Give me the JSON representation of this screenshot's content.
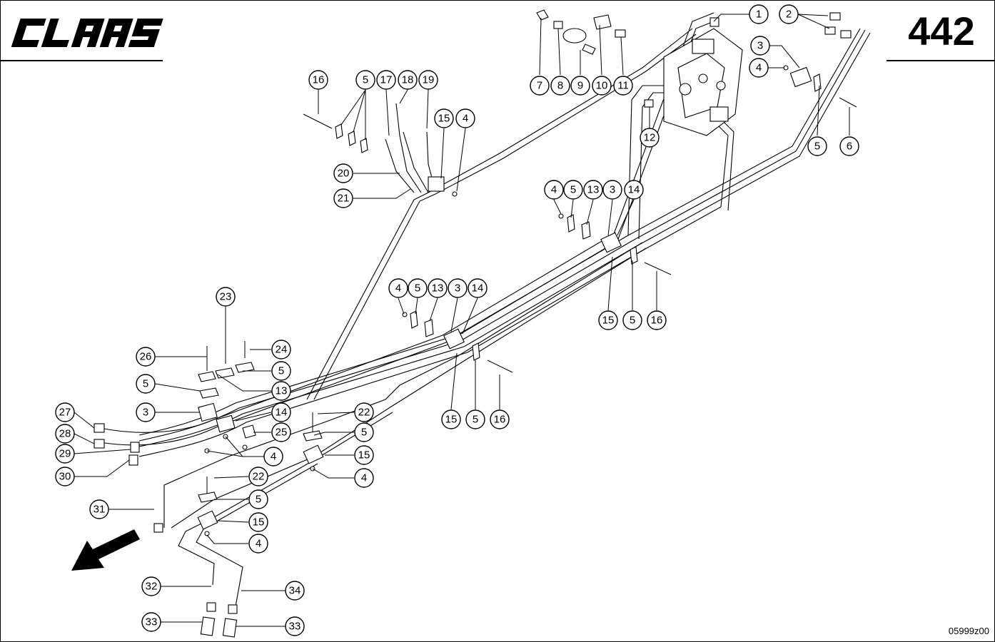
{
  "header": {
    "brand": "CLAAS",
    "page_number": "442"
  },
  "footer": {
    "drawing_code": "05999z00"
  },
  "callouts": [
    "1",
    "2",
    "3",
    "4",
    "5",
    "6",
    "7",
    "8",
    "9",
    "10",
    "11",
    "12",
    "13",
    "14",
    "15",
    "16",
    "17",
    "18",
    "19",
    "20",
    "21",
    "22",
    "23",
    "24",
    "25",
    "26",
    "27",
    "28",
    "29",
    "30",
    "31",
    "32",
    "33",
    "34"
  ],
  "icons": {
    "direction_arrow": "arrow-down-left-icon"
  }
}
